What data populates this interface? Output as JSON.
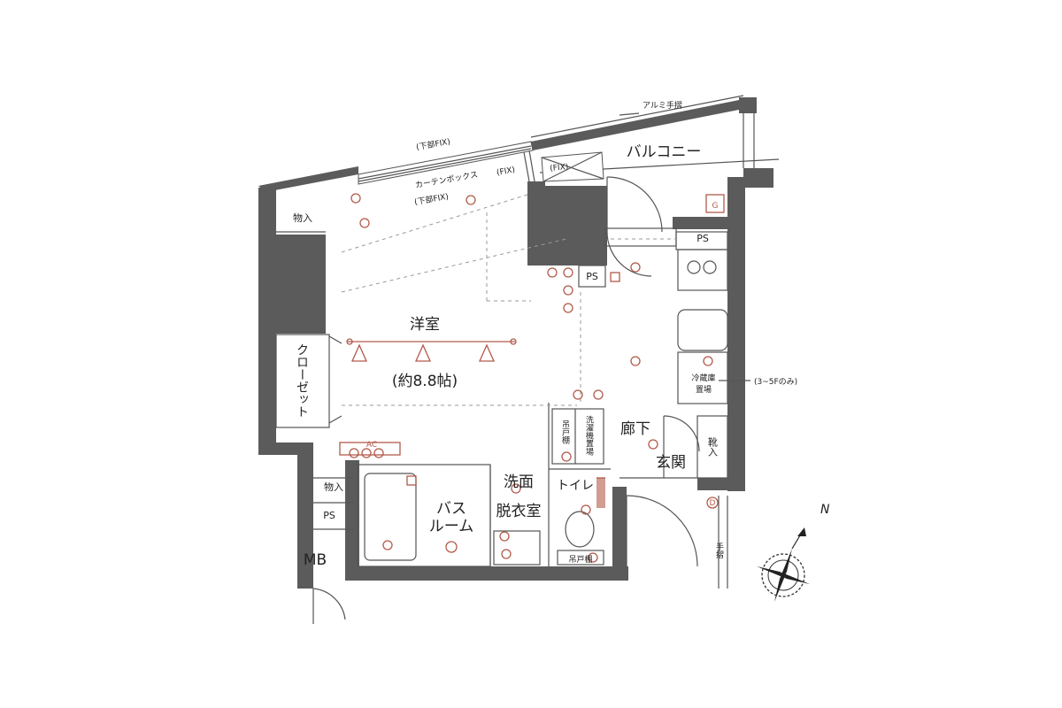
{
  "rooms": {
    "western_room": "洋室",
    "western_room_size": "(約8.8帖)",
    "balcony": "バルコニー",
    "bath_room_line1": "バス",
    "bath_room_line2": "ルーム",
    "washroom_line1": "洗面",
    "washroom_line2": "脱衣室",
    "toilet": "トイレ",
    "hallway": "廊下",
    "entrance": "玄関"
  },
  "storage": {
    "closet": "クローゼット",
    "storage_top": "物入",
    "storage_bottom": "物入",
    "shoe_box": "靴入",
    "hanging_cabinet_hall": "吊戸棚",
    "hanging_cabinet_toilet": "吊戸棚",
    "washing_machine_space": "洗濯機置場",
    "fridge_space_line1": "冷蔵庫",
    "fridge_space_line2": "置場",
    "fridge_note": "(3~5Fのみ)"
  },
  "fixtures": {
    "mb": "MB",
    "ps_kitchen": "PS",
    "ps_center": "PS",
    "ps_left": "PS",
    "gas_meter": "G",
    "door_mark": "D",
    "ac": "AC"
  },
  "window_labels": {
    "aluminum_handrail": "アルミ手摺",
    "lower_fix_top": "(下部FIX)",
    "curtain_box": "カーテンボックス",
    "lower_fix_bottom": "(下部FIX)",
    "fix_left": "(FIX)",
    "fix_right": "(FIX)",
    "handrail": "手摺"
  },
  "compass": {
    "north": "N"
  },
  "colors": {
    "wall": "#5b5b5b",
    "line": "#555555",
    "electrical": "#b25a4a"
  }
}
